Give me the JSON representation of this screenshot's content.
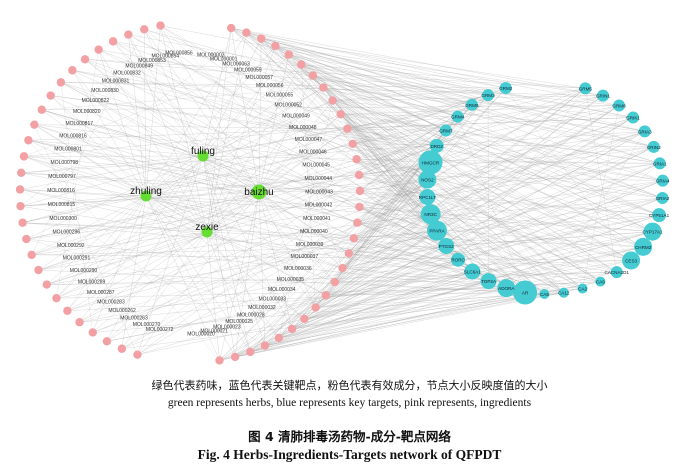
{
  "colors": {
    "herb": "#66dd33",
    "target": "#44ccd2",
    "ingredient": "#f2a0a4",
    "edge": "#9a9a9a"
  },
  "herbs": [
    "fuling",
    "zhuling",
    "baizhu",
    "zexie"
  ],
  "ingredients_left": [
    "MOL000272",
    "MOL000270",
    "MOL000263",
    "MOL000262",
    "MOL000283",
    "MOL000287",
    "MOL000289",
    "MOL000290",
    "MOL000291",
    "MOL000292",
    "MOL000296",
    "MOL000300",
    "MOL000815",
    "MOL000816",
    "MOL000797",
    "MOL000798",
    "MOL000801",
    "MOL000816",
    "MOL000817",
    "MOL000820",
    "MOL000822",
    "MOL000830",
    "MOL000831",
    "MOL000832",
    "MOL000849",
    "MOL000853",
    "MOL000854",
    "MOL000856"
  ],
  "ingredients_right": [
    "MOL000003",
    "MOL000001",
    "MOL000063",
    "MOL000059",
    "MOL000057",
    "MOL000056",
    "MOL000055",
    "MOL000052",
    "MOL000049",
    "MOL000048",
    "MOL000047",
    "MOL000046",
    "MOL000045",
    "MOL000044",
    "MOL000043",
    "MOL000042",
    "MOL000041",
    "MOL000040",
    "MOL000039",
    "MOL000037",
    "MOL000036",
    "MOL000035",
    "MOL000034",
    "MOL000033",
    "MOL000032",
    "MOL000028",
    "MOL000025",
    "MOL000023",
    "MOL000021",
    "MOL000020"
  ],
  "targets": [
    {
      "label": "GRM5",
      "size": 6
    },
    {
      "label": "GRIN1",
      "size": 6
    },
    {
      "label": "GRM8",
      "size": 6
    },
    {
      "label": "GRIK1",
      "size": 6
    },
    {
      "label": "GRIA3",
      "size": 6
    },
    {
      "label": "GRIN2",
      "size": 6
    },
    {
      "label": "GRIA1",
      "size": 6
    },
    {
      "label": "GRIA4",
      "size": 6
    },
    {
      "label": "GRIA2",
      "size": 6
    },
    {
      "label": "CYP51A1",
      "size": 7
    },
    {
      "label": "CYP17A1",
      "size": 9
    },
    {
      "label": "CHRM2",
      "size": 9
    },
    {
      "label": "CES3",
      "size": 9
    },
    {
      "label": "CACNA2D1",
      "size": 6
    },
    {
      "label": "CA9",
      "size": 5
    },
    {
      "label": "CA2",
      "size": 5
    },
    {
      "label": "CA12",
      "size": 5
    },
    {
      "label": "CA5",
      "size": 5
    },
    {
      "label": "AR",
      "size": 12
    },
    {
      "label": "ADORA",
      "size": 9
    },
    {
      "label": "TOP2A",
      "size": 8
    },
    {
      "label": "SLC6A1",
      "size": 8
    },
    {
      "label": "RORC",
      "size": 7
    },
    {
      "label": "PTGS2",
      "size": 8
    },
    {
      "label": "PPARA",
      "size": 10
    },
    {
      "label": "NR3C",
      "size": 10
    },
    {
      "label": "RPC1LT",
      "size": 8
    },
    {
      "label": "NOS2",
      "size": 9
    },
    {
      "label": "HMGCR",
      "size": 12
    },
    {
      "label": "DRD2",
      "size": 7
    },
    {
      "label": "GRM7",
      "size": 6
    },
    {
      "label": "GRM4",
      "size": 6
    },
    {
      "label": "GRM6",
      "size": 6
    },
    {
      "label": "GRM3",
      "size": 6
    },
    {
      "label": "GRM2",
      "size": 6
    }
  ],
  "caption_cn": "绿色代表药味，蓝色代表关键靶点，粉色代表有效成分，节点大小反映度值的大小",
  "caption_en": "green represents herbs, blue represents key targets, pink represents, ingredients",
  "figure_title_cn": "图 4    清肺排毒汤药物-成分-靶点网络",
  "figure_title_en": "Fig. 4   Herbs-Ingredients-Targets network of QFPDT"
}
